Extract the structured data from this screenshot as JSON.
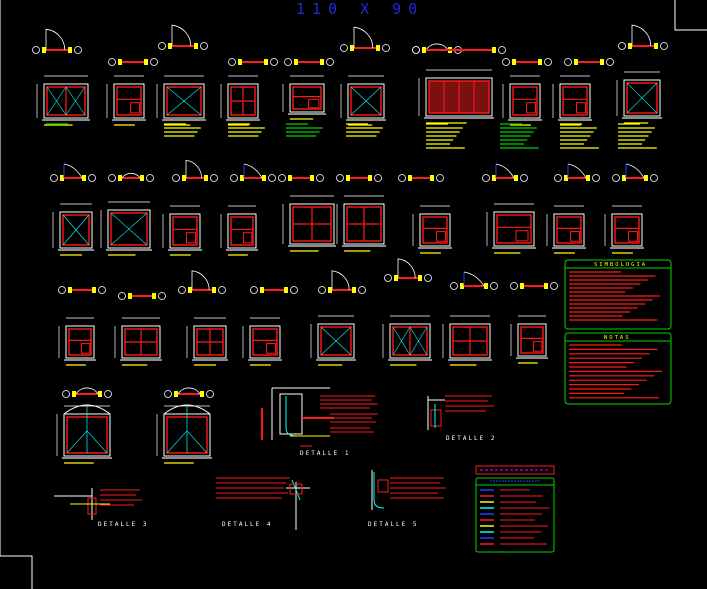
{
  "sheet": {
    "title": "110 X 90"
  },
  "colors": {
    "frame": "#ffffff",
    "red": "#ff1a1a",
    "yellow": "#ffff00",
    "green": "#00d400",
    "cyan": "#00ffff",
    "blue": "#2040ff",
    "magenta": "#ff00ff",
    "grey": "#8a8a8a",
    "title": "#1b2bd9"
  },
  "details": {
    "d1": "DETALLE 1",
    "d2": "DETALLE 2",
    "d3": "DETALLE 3",
    "d4": "DETALLE 4",
    "d5": "DETALLE 5"
  },
  "panels": {
    "simbologia": "SIMBOLOGIA",
    "notas": "NOTAS"
  }
}
